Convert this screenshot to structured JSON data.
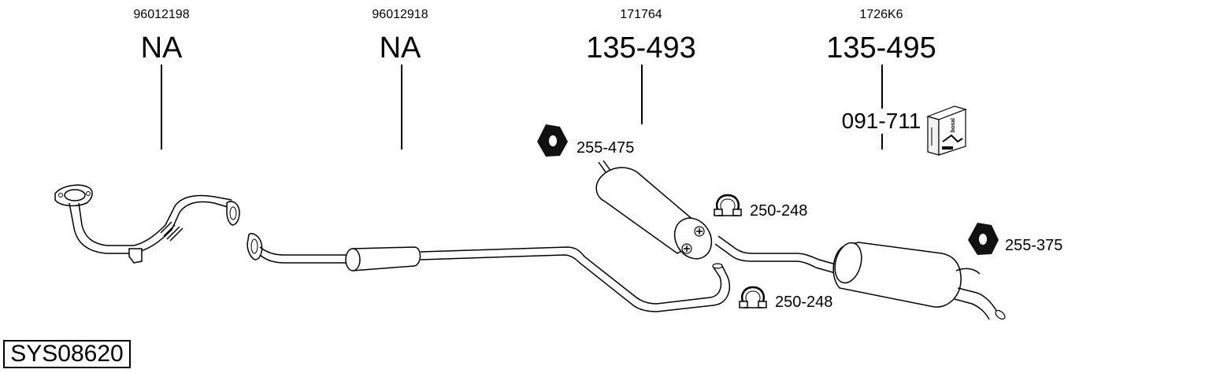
{
  "sections": [
    {
      "oem": "96012198",
      "part": "NA"
    },
    {
      "oem": "96012918",
      "part": "NA"
    },
    {
      "oem": "171764",
      "part": "135-493"
    },
    {
      "oem": "1726K6",
      "part": "135-495",
      "accessory": "091-711"
    }
  ],
  "fittings": {
    "gasket_front": "255-475",
    "clamp_upper": "250-248",
    "clamp_lower": "250-248",
    "gasket_rear": "255-375"
  },
  "box_brand": "bosal",
  "system_code": "SYS08620"
}
